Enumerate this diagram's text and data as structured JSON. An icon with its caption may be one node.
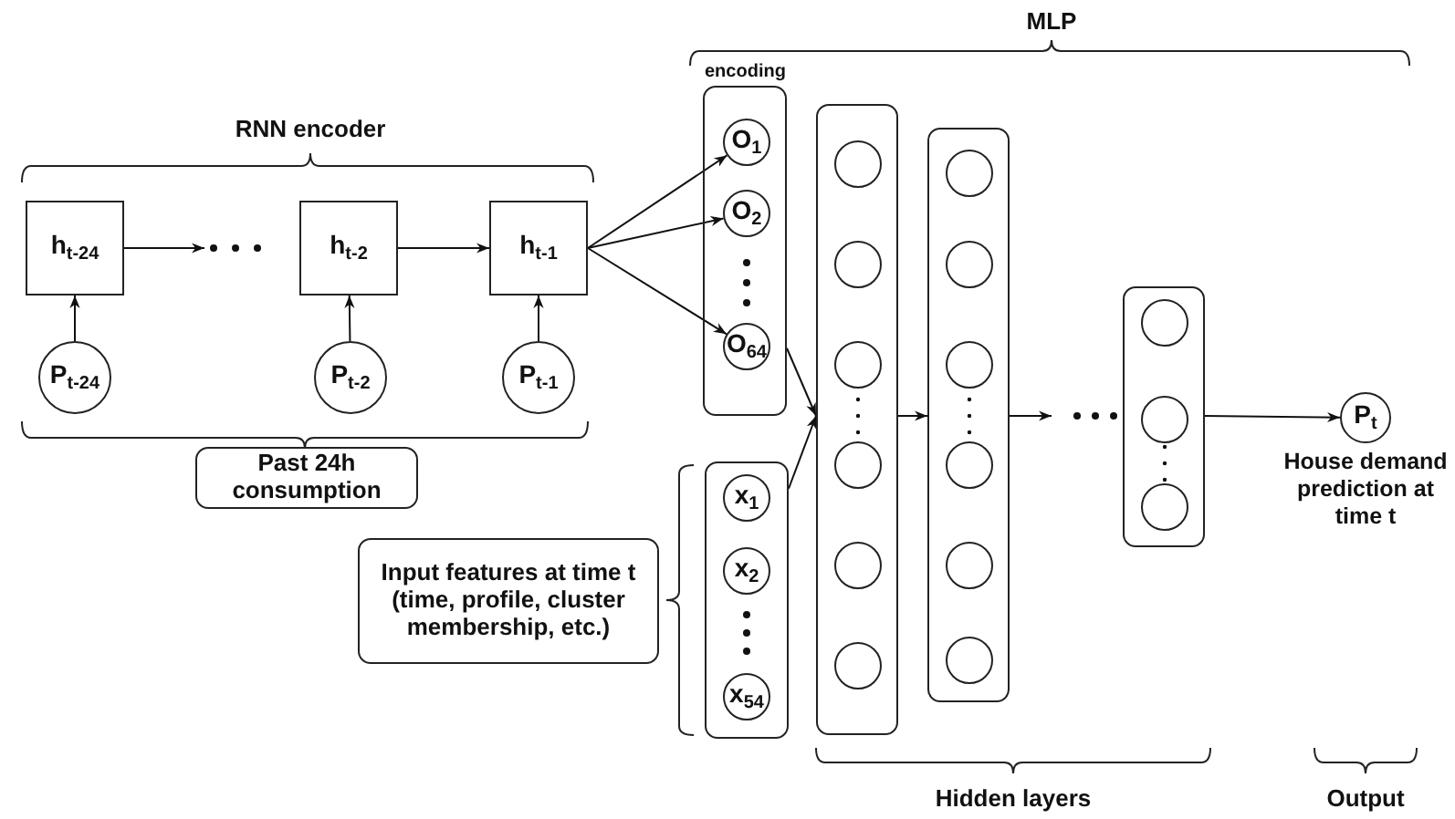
{
  "diagram": {
    "nodes": [
      {
        "text": [
          "h$_{t-24}$"
        ]
      },
      {
        "text": [
          "h$_{t-2}$"
        ]
      },
      {
        "text": [
          "h$_{t-1}$"
        ]
      },
      {
        "text": [
          "P$_{t-24}$"
        ]
      },
      {
        "text": [
          "P$_{t-2}$"
        ]
      },
      {
        "text": [
          "P$_{t-1}$"
        ]
      },
      {
        "text": [
          "Past 24h consumption"
        ]
      },
      {
        "text": [
          "encoding"
        ]
      },
      {
        "text": [
          "O$_{1}$"
        ],
        "in": 7
      },
      {
        "text": [
          "O$_{2}$"
        ],
        "in": 7
      },
      {
        "text": [
          "O$_{64}$"
        ],
        "in": 7
      },
      {
        "text": [
          "Input features at time t (time, profile, cluster membership, etc.)"
        ]
      },
      {
        "text": [],
        "shape": "box"
      },
      {
        "text": [
          "x$_{1}$"
        ],
        "in": 12
      },
      {
        "text": [
          "x$_{2}$"
        ],
        "in": 12
      },
      {
        "text": [
          "x$_{54}$"
        ],
        "in": 12
      },
      {
        "text": [],
        "shape": "box"
      },
      {
        "text": [],
        "shape": "circle",
        "in": 16
      },
      {
        "text": [],
        "shape": "circle",
        "in": 16
      },
      {
        "text": [],
        "shape": "circle",
        "in": 16
      },
      {
        "text": [],
        "shape": "circle",
        "in": 16
      },
      {
        "text": [],
        "shape": "circle",
        "in": 16
      },
      {
        "text": [],
        "shape": "circle",
        "in": 16
      },
      {
        "text": [],
        "shape": "box"
      },
      {
        "text": [],
        "shape": "circle",
        "in": 23
      },
      {
        "text": [],
        "shape": "circle",
        "in": 23
      },
      {
        "text": [],
        "shape": "circle",
        "in": 23
      },
      {
        "text": [],
        "shape": "circle",
        "in": 23
      },
      {
        "text": [],
        "shape": "circle",
        "in": 23
      },
      {
        "text": [],
        "shape": "circle",
        "in": 23
      },
      {
        "text": [],
        "shape": "box"
      },
      {
        "text": [],
        "shape": "circle",
        "in": 30
      },
      {
        "text": [],
        "shape": "circle",
        "in": 30
      },
      {
        "text": [],
        "shape": "circle",
        "in": 30
      },
      {
        "text": [
          "P$_{t}$"
        ],
        "beside": [
          "House demand prediction at time t"
        ]
      }
    ],
    "edges": [
      {
        "from": 0,
        "to": null,
        "arrow": "to"
      },
      {
        "from": 1,
        "to": 2,
        "arrow": "to"
      },
      {
        "from": 3,
        "to": 0,
        "arrow": "to"
      },
      {
        "from": 4,
        "to": 1,
        "arrow": "to"
      },
      {
        "from": 5,
        "to": 2,
        "arrow": "to"
      },
      {
        "from": 2,
        "to": 8,
        "arrow": "to"
      },
      {
        "from": 2,
        "to": 9,
        "arrow": "to"
      },
      {
        "from": 2,
        "to": 10,
        "arrow": "to"
      },
      {
        "from": 7,
        "to": 16,
        "arrow": "to"
      },
      {
        "from": 12,
        "to": 16,
        "arrow": "to"
      },
      {
        "from": 16,
        "to": 23,
        "arrow": "to"
      },
      {
        "from": 23,
        "to": null,
        "arrow": "to"
      },
      {
        "from": 30,
        "to": 34,
        "arrow": "to"
      }
    ],
    "labels": [
      "MLP",
      "RNN encoder",
      "Hidden layers",
      "Output"
    ]
  }
}
